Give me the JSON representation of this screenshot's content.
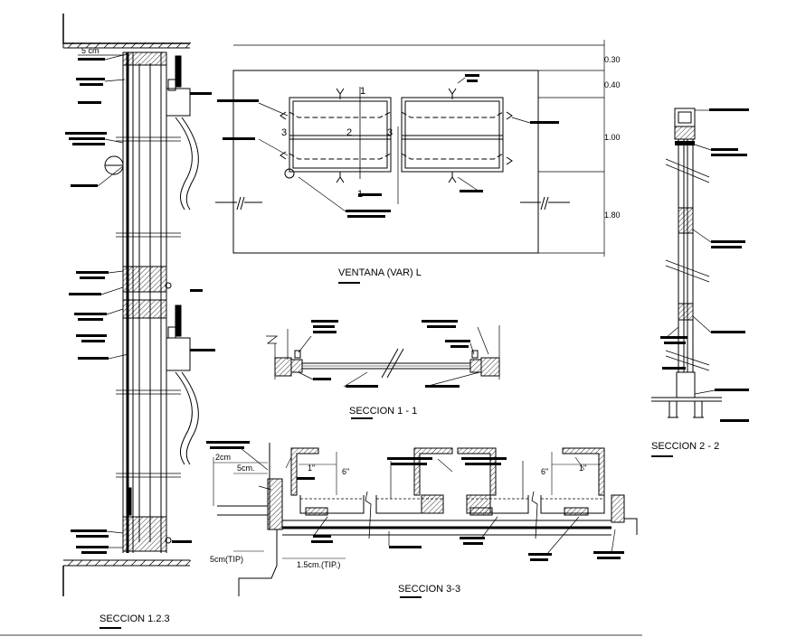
{
  "titles": {
    "ventana": "VENTANA (VAR) L",
    "seccion_11": "SECCION  1 - 1",
    "seccion_22": "SECCION 2 - 2",
    "seccion_33": "SECCION 3-3",
    "seccion_123": "SECCION 1.2.3"
  },
  "elevation_dims": [
    "0.30",
    "0.40",
    "1.00",
    "1.80"
  ],
  "elevation_marks": {
    "cut1": "1",
    "cut2": "2",
    "cut3": "3"
  },
  "section_123": {
    "dim_top": "5 cm"
  },
  "section_33": {
    "dim_2cm": "2cm",
    "dim_5cm": "5cm.",
    "dim_1in_left": "1\"",
    "dim_6in_left": "6\"",
    "dim_6in_right": "6\"",
    "dim_1in_right": "1\"",
    "dim_tip_5": "5cm(TIP)",
    "dim_tip_15": "1.5cm.(TIP.)"
  }
}
